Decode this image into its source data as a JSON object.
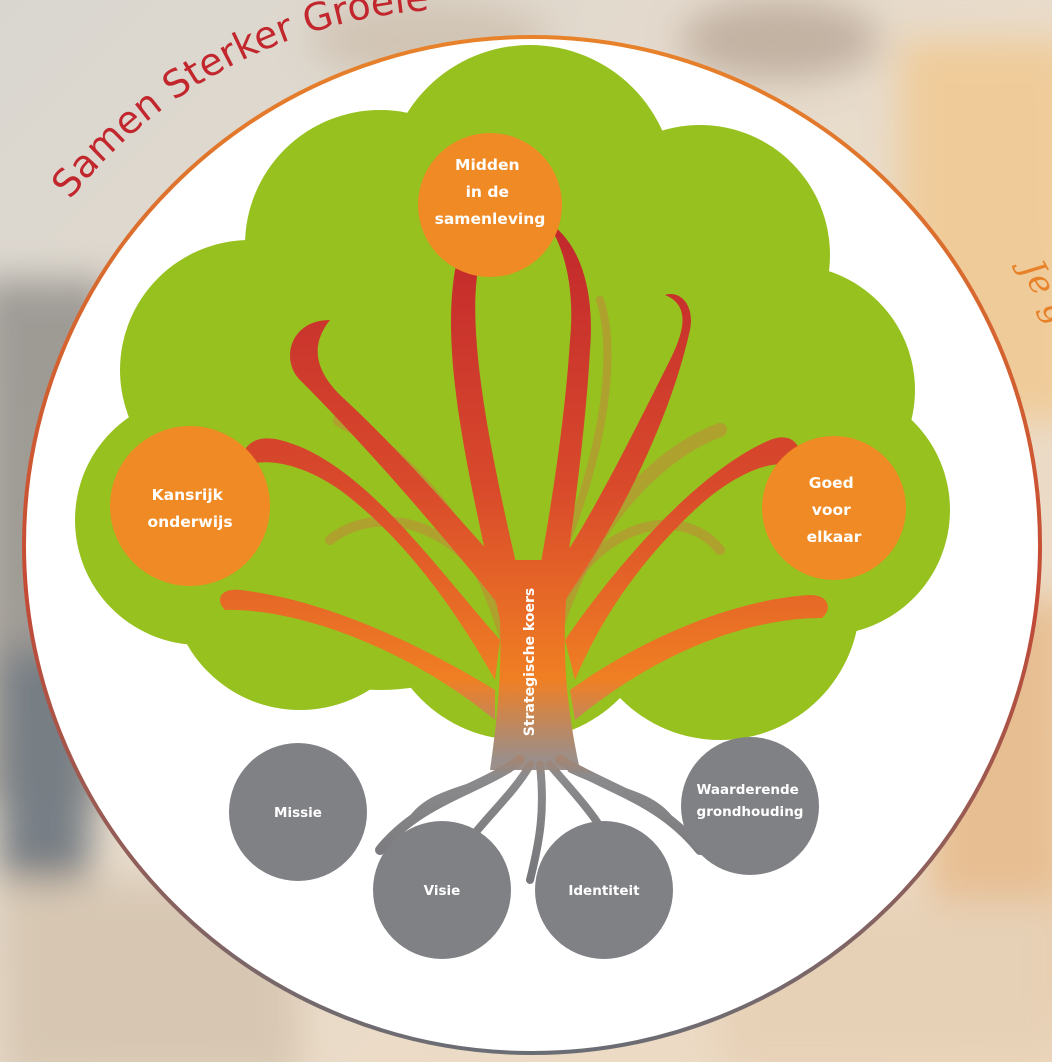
{
  "diagram": {
    "arc_title": "Samen Sterker Groeien",
    "right_fragment": "Je g",
    "trunk_label": "Strategische koers",
    "nodes": [
      {
        "id": "top",
        "lines": [
          "Midden",
          "in de",
          "samenleving"
        ]
      },
      {
        "id": "left",
        "lines": [
          "Kansrijk",
          "onderwijs"
        ]
      },
      {
        "id": "right",
        "lines": [
          "Goed",
          "voor",
          "elkaar"
        ]
      }
    ],
    "roots": [
      {
        "id": "missie",
        "lines": [
          "Missie"
        ]
      },
      {
        "id": "visie",
        "lines": [
          "Visie"
        ]
      },
      {
        "id": "identiteit",
        "lines": [
          "Identiteit"
        ]
      },
      {
        "id": "grondhouding",
        "lines": [
          "Waarderende",
          "grondhouding"
        ]
      }
    ],
    "colors": {
      "crown": "#97c11f",
      "node": "#f08a24",
      "root_circle": "#808185",
      "branch_top": "#c1272d",
      "branch_bottom": "#f07f23",
      "ring_top": "#e8822a",
      "ring_bottom": "#6a6d74",
      "arc_text": "#c1272d"
    }
  }
}
